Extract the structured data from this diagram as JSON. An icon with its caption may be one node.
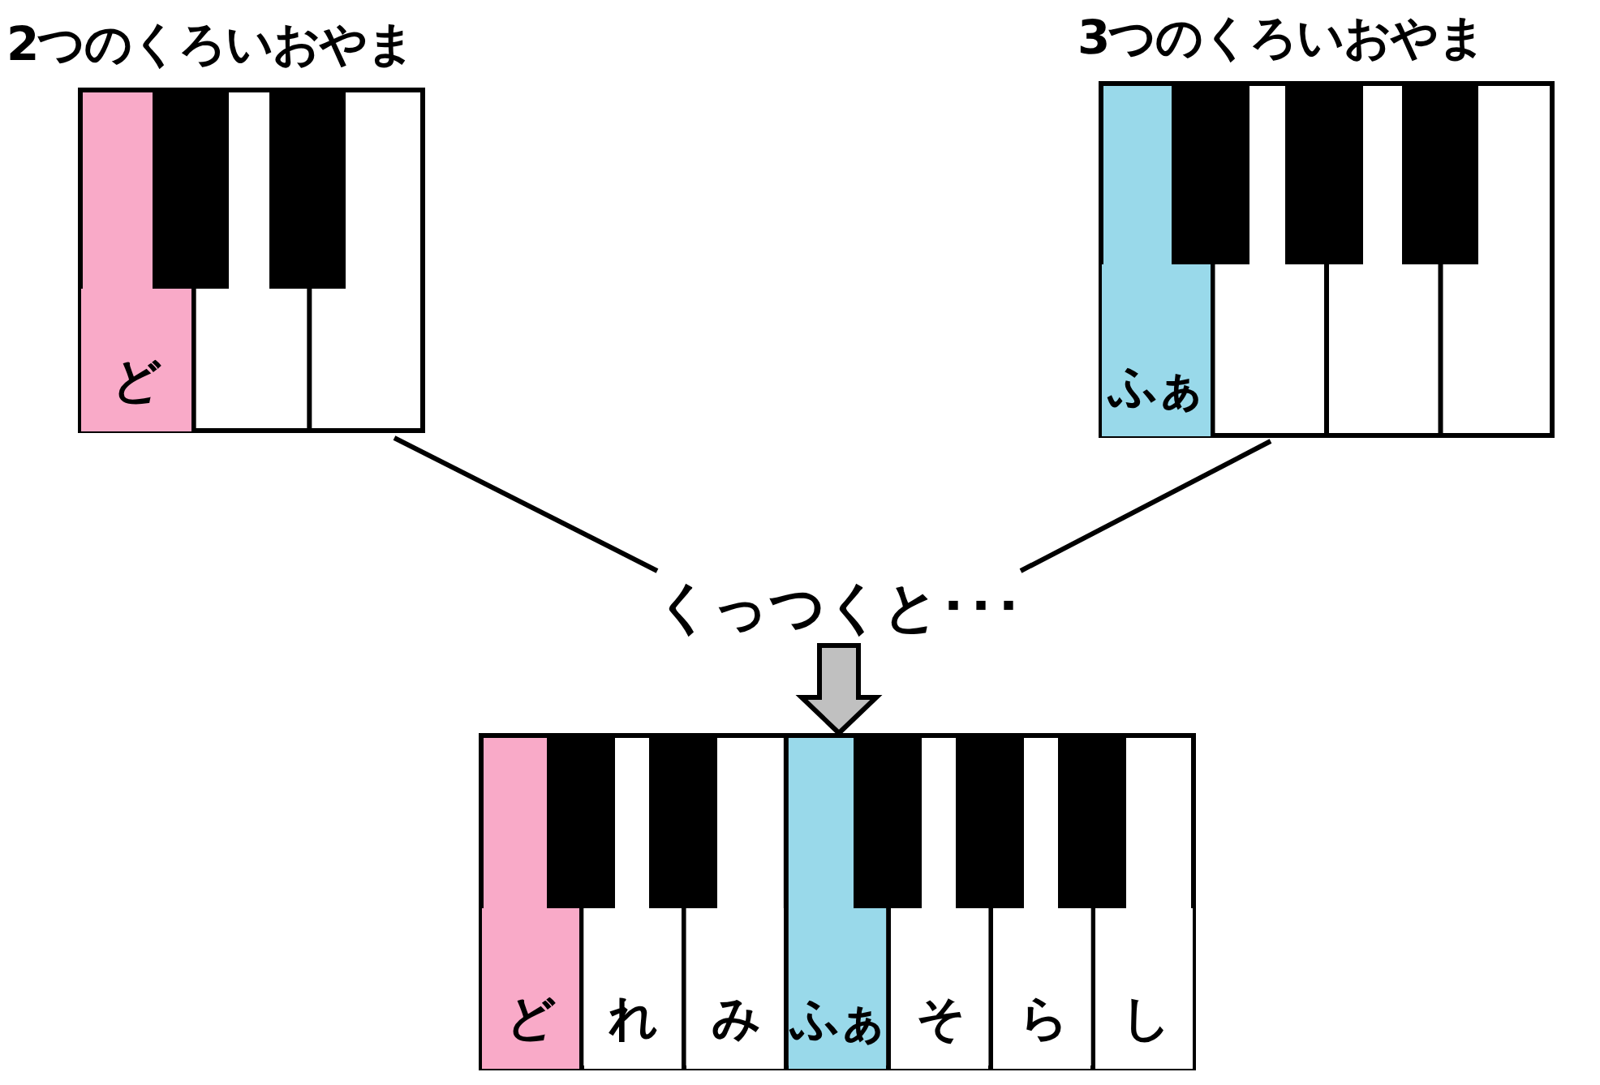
{
  "diagram": {
    "nodes": [
      {
        "text": [
          "2つのくろいおやま"
        ]
      },
      {
        "text": [
          "ど"
        ],
        "in": 0
      },
      {
        "text": [
          "3つのくろいおやま"
        ]
      },
      {
        "text": [
          "ふぁ"
        ],
        "in": 2
      },
      {
        "text": [
          "くっつくと･･･"
        ]
      },
      {
        "text": [],
        "shape": "box"
      },
      {
        "text": [
          "ど"
        ],
        "in": 5
      },
      {
        "text": [
          "れ"
        ],
        "in": 5
      },
      {
        "text": [
          "み"
        ],
        "in": 5
      },
      {
        "text": [
          "ふぁ"
        ],
        "in": 5
      },
      {
        "text": [
          "そ"
        ],
        "in": 5
      },
      {
        "text": [
          "ら"
        ],
        "in": 5
      },
      {
        "text": [
          "し"
        ],
        "in": 5
      }
    ],
    "edges": [
      {
        "from": 0,
        "to": 4,
        "arrow": "none"
      },
      {
        "from": 2,
        "to": 4,
        "arrow": "none"
      },
      {
        "from": 4,
        "to": 5,
        "arrow": "to",
        "style": "thick",
        "color": "#c0c0c0"
      }
    ]
  }
}
